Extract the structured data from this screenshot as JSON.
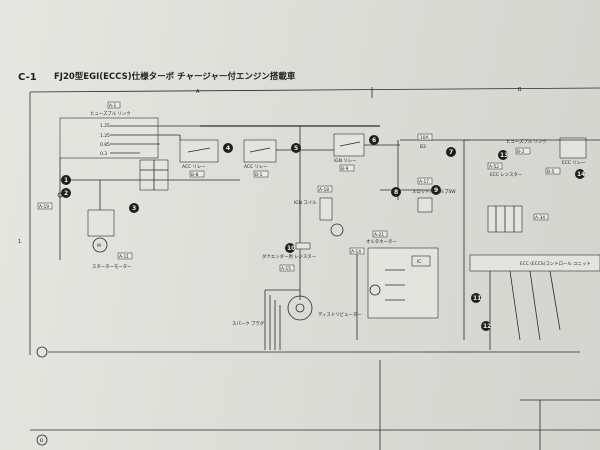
{
  "header": {
    "sheet_id": "C-1",
    "title": "FJ20型EGI(ECCS)仕様ターボ チャージャー付エンジン搭載車",
    "col_a": "A",
    "col_b": "B"
  },
  "grid": {
    "row1": "1",
    "rowB": "B"
  },
  "components": {
    "fusible_link": "ヒューズブル リンク",
    "fusible_link_b": "ヒューズブル リンク",
    "starter_motor": "スターターモーター",
    "motor_symbol": "M",
    "acc_relay_1": "ACC リレー",
    "acc_relay_2": "ACC リレー",
    "ign_relay": "IGN リレー",
    "ecc_relay": "ECC リレー",
    "ign_coil": "IGN コイル",
    "dc_resistor": "ダクエンダー用 レジスター",
    "distributor": "ディストリビューター",
    "spark_plug": "スパーク プラグ",
    "alternator": "オルタネーター",
    "throttle_valve_sw": "スロットル バルブSW",
    "ecc_resistor": "ECC レジスター",
    "ecc_control_unit": "ECC (ECCS)コントロール ユニット",
    "ic": "IC"
  },
  "connectors": {
    "a1": "A-1",
    "a19": "A-19",
    "a11": "A-11",
    "b8": "B-8",
    "b1": "B-1",
    "b9": "B-9",
    "a18": "A-18",
    "a15": "A-15",
    "a14": "A-14",
    "a21": "A-21",
    "a17": "A-17",
    "a52": "A-52",
    "a34": "A-34",
    "b2": "B-2",
    "b5": "B-5"
  },
  "fuses": {
    "f1": "1.25",
    "f2": "1.25",
    "f3": "0.85",
    "f4": "0.3",
    "fuse_main": "10A",
    "fuse_main_tag": "B3"
  },
  "callouts": [
    "1",
    "2",
    "3",
    "4",
    "5",
    "6",
    "7",
    "8",
    "9",
    "10",
    "11",
    "12",
    "13",
    "14"
  ]
}
